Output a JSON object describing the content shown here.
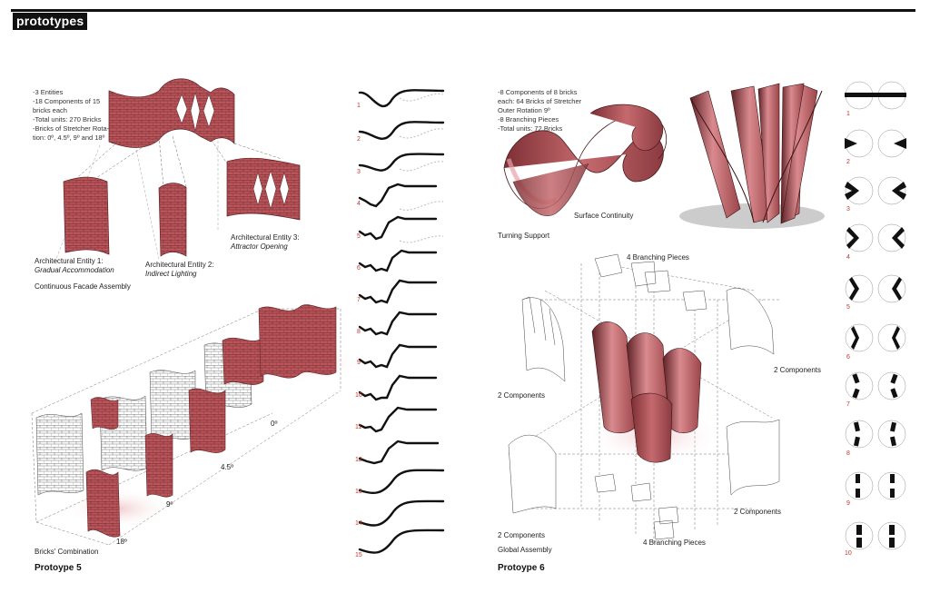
{
  "header": {
    "title": "prototypes"
  },
  "prototype5": {
    "notes": [
      "-3 Entities",
      "-18 Components of 15",
      "bricks each",
      "-Total units: 270 Bricks",
      "-Bricks of Stretcher Rota-",
      "tion: 0º, 4.5º, 9º and 18º"
    ],
    "entity1_title": "Architectural Entity 1:",
    "entity1_sub": "Gradual Accommodation",
    "entity2_title": "Architectural Entity 2:",
    "entity2_sub": "Indirect Lighting",
    "entity3_title": "Architectural Entity 3:",
    "entity3_sub": "Attractor Opening",
    "facade_label": "Continuous Facade Assembly",
    "angles": [
      "0º",
      "4.5º",
      "9º",
      "18º"
    ],
    "combination_label": "Bricks' Combination",
    "name": "Protoype 5"
  },
  "curve_steps": [
    "1",
    "2",
    "3",
    "4",
    "5",
    "6",
    "7",
    "8",
    "9",
    "10",
    "11",
    "12",
    "13",
    "14",
    "15"
  ],
  "prototype6": {
    "notes": [
      "-8 Components of 8 bricks",
      "each: 64 Bricks of Stretcher",
      "Outer Rotation 9º",
      "-8 Branching Pieces",
      "-Total units: 72 Bricks"
    ],
    "surface_label": "Surface Continuity",
    "turning_label": "Turning Support",
    "branching_top": "4 Branching Pieces",
    "components_right": "2 Components",
    "components_left": "2 Components",
    "components_bottom_right": "2 Components",
    "components_bottom_left": "2 Components",
    "branching_bottom": "4 Branching Pieces",
    "global_label": "Global Assembly",
    "name": "Protoype 6"
  },
  "rotation_steps": [
    "1",
    "2",
    "3",
    "4",
    "5",
    "6",
    "7",
    "8",
    "9",
    "10"
  ],
  "colors": {
    "brick": "#b9555a",
    "brick_light": "#e7a3a6",
    "brick_dark": "#7d2f34",
    "accent_number": "#c0392b"
  }
}
